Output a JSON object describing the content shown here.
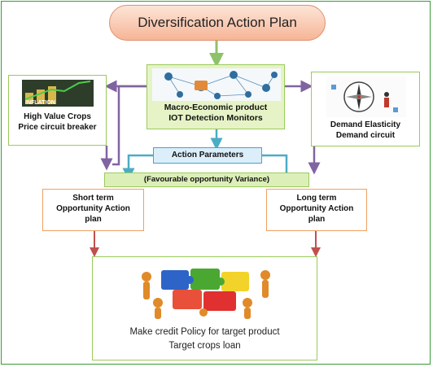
{
  "title": "Diversification Action Plan",
  "macro": {
    "line1": "Macro-Economic product",
    "line2": "IOT Detection Monitors"
  },
  "high_value": {
    "line1": "High Value Crops",
    "line2": "Price circuit breaker",
    "image_text": "INFLATION"
  },
  "demand": {
    "line1": "Demand Elasticity",
    "line2": "Demand circuit"
  },
  "action_parameters": "Action Parameters",
  "variance": "(Favourable opportunity Variance)",
  "short_term": {
    "line1": "Short term",
    "line2": "Opportunity Action",
    "line3": "plan"
  },
  "long_term": {
    "line1": "Long term",
    "line2": "Opportunity Action",
    "line3": "plan"
  },
  "credit": {
    "line1": "Make credit Policy for target product",
    "line2": "Target crops loan"
  },
  "colors": {
    "frame": "#3a9a3a",
    "title_fill": "#f6b596",
    "green_arrow": "#8dc26a",
    "purple_arrow": "#8064a2",
    "blue_arrow": "#4bacc6",
    "red_arrow": "#c0504d"
  },
  "icons": [
    "iot-network-icon",
    "inflation-chart-icon",
    "compass-icon",
    "puzzle-team-icon"
  ]
}
